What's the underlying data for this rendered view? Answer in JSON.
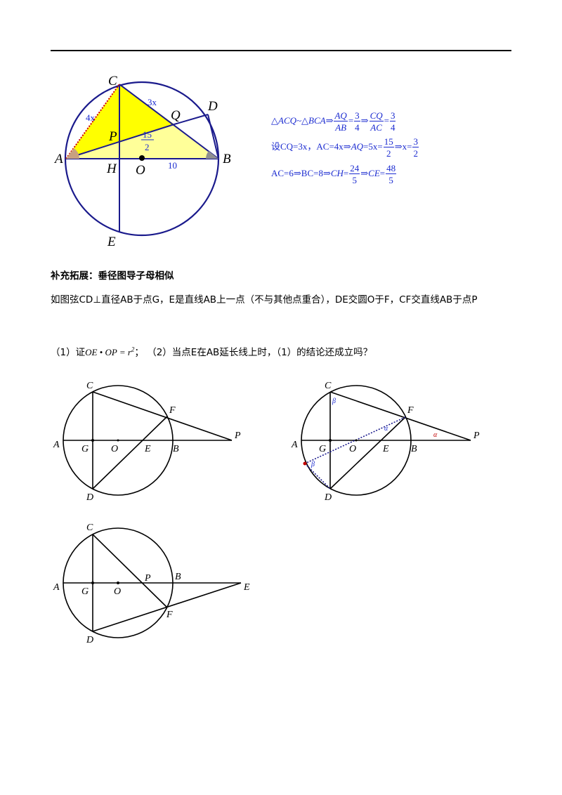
{
  "diagram1": {
    "labels": {
      "C": "C",
      "D": "D",
      "Q": "Q",
      "P": "P",
      "A": "A",
      "B": "B",
      "H": "H",
      "O": "O",
      "E": "E"
    },
    "annotations": {
      "three_x": "3x",
      "four_x": "4x",
      "frac_num": "15",
      "frac_den": "2",
      "ten": "10"
    }
  },
  "equations": {
    "line1": {
      "a": "△ACQ~△BCA⇒",
      "f1_num": "AQ",
      "f1_den": "AB",
      "eq1": "=",
      "f2_num": "3",
      "f2_den": "4",
      "arrow": "⇒",
      "f3_num": "CQ",
      "f3_den": "AC",
      "eq2": "=",
      "f4_num": "3",
      "f4_den": "4"
    },
    "line2": {
      "a": "设CQ=3x，AC=4x⇒",
      "b": "AQ",
      "c": "=5x=",
      "f1_num": "15",
      "f1_den": "2",
      "d": "⇒x=",
      "f2_num": "3",
      "f2_den": "2"
    },
    "line3": {
      "a": "AC=6⇒BC=8⇒",
      "b": "CH",
      "c": "=",
      "f1_num": "24",
      "f1_den": "5",
      "d": "⇒",
      "e": "CE",
      "f": "=",
      "f2_num": "48",
      "f2_den": "5"
    }
  },
  "section": {
    "heading": "补充拓展：垂径图导子母相似",
    "paragraph": "如图弦CD⊥直径AB于点G，E是直线AB上一点（不与其他点重合），DE交圆O于F，CF交直线AB于点P",
    "q_prefix": "（1）证",
    "q_math": "OE • OP = r",
    "q_sup": "2",
    "q_suffix": "；  （2）当点E在AB延长线上时，（1）的结论还成立吗？"
  },
  "fig1": {
    "labels": {
      "C": "C",
      "F": "F",
      "P": "P",
      "A": "A",
      "G": "G",
      "O": "O",
      "E": "E",
      "B": "B",
      "D": "D"
    }
  },
  "fig2": {
    "labels": {
      "C": "C",
      "F": "F",
      "P": "P",
      "A": "A",
      "G": "G",
      "O": "O",
      "E": "E",
      "B": "B",
      "D": "D",
      "beta1": "β",
      "beta2": "β",
      "alpha1": "α",
      "alpha2": "α"
    }
  },
  "fig3": {
    "labels": {
      "C": "C",
      "B": "B",
      "P": "P",
      "A": "A",
      "G": "G",
      "O": "O",
      "E": "E",
      "F": "F",
      "D": "D"
    }
  },
  "colors": {
    "accent_blue": "#1b2bd0",
    "yellow": "#ffff00",
    "light_yellow": "#ffff99",
    "dark_red": "#c00000",
    "navy": "#1a1a8c"
  }
}
